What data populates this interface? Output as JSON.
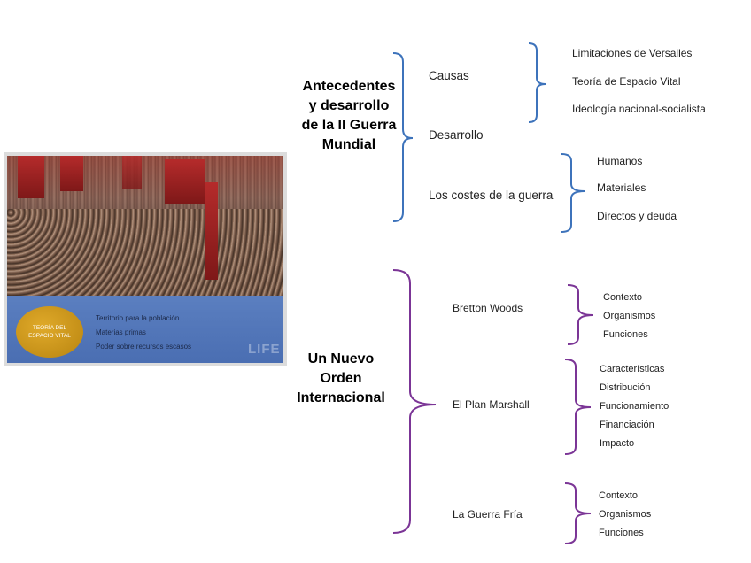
{
  "colors": {
    "blue_brace": "#3d73bb",
    "purple_brace": "#7b3596"
  },
  "section1": {
    "title": "Antecedentes y desarrollo de la II Guerra Mundial",
    "title_lines": [
      "Antecedentes",
      "y desarrollo",
      "de la II Guerra",
      "Mundial"
    ],
    "branches": [
      {
        "label": "Causas",
        "items": [
          "Limitaciones de Versalles",
          "Teoría de Espacio Vital",
          "Ideología  nacional-socialista"
        ]
      },
      {
        "label": "Desarrollo",
        "items": []
      },
      {
        "label": "Los costes de la guerra",
        "items": [
          "Humanos",
          "Materiales",
          "Directos y deuda"
        ]
      }
    ]
  },
  "section2": {
    "title_lines": [
      "Un Nuevo",
      "Orden",
      "Internacional"
    ],
    "branches": [
      {
        "label": "Bretton Woods",
        "items": [
          "Contexto",
          "Organismos",
          "Funciones"
        ]
      },
      {
        "label": "El Plan Marshall",
        "items": [
          "Características",
          "Distribución",
          "Funcionamiento",
          "Financiación",
          "Impacto"
        ]
      },
      {
        "label": "La Guerra Fría",
        "items": [
          "Contexto",
          "Organismos",
          "Funciones"
        ]
      }
    ]
  },
  "photo": {
    "circle_lines": [
      "TEORÍA DEL",
      "ESPACIO VITAL"
    ],
    "items": [
      "Territorio para la población",
      "Materias primas",
      "Poder sobre recursos escasos"
    ],
    "logo": "LIFE"
  }
}
